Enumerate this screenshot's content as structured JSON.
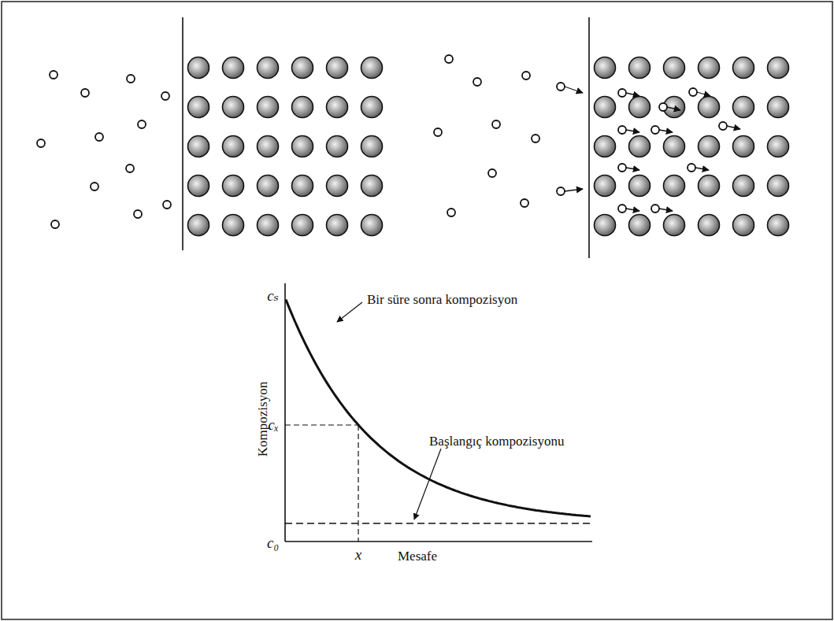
{
  "diagram": {
    "labels": [
      "cₛ",
      "Bir süre sonra kompozisyon",
      "cₓ",
      "Başlangıç kompozisyonu",
      "Kompozisyon",
      "c₀",
      "x",
      "Mesafe"
    ]
  }
}
